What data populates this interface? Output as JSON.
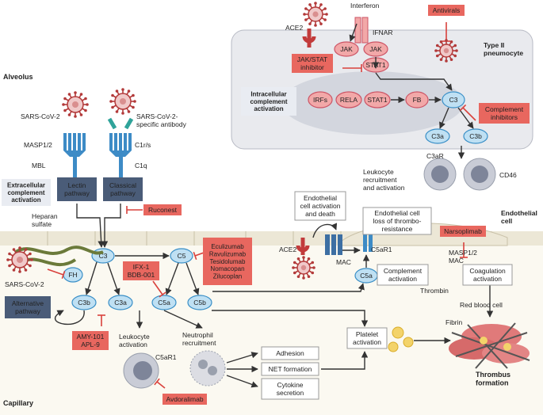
{
  "regions": {
    "alveolus": "Alveolus",
    "capillary": "Capillary",
    "endothelial_cell": "Endothelial\ncell",
    "type2_pneumocyte": "Type II\npneumocyte",
    "extracellular": "Extracellular\ncomplement\nactivation",
    "intracellular": "Intracellular\ncomplement\nactivation"
  },
  "labels": {
    "ace2_top": "ACE2",
    "interferon": "Interferon",
    "ifnar": "IFNAR",
    "jak": "JAK",
    "stat1": "STAT1",
    "irfs": "IRFs",
    "rela": "RELA",
    "fb": "FB",
    "c3": "C3",
    "c3a": "C3a",
    "c3b": "C3b",
    "c3ar": "C3aR",
    "cd46": "CD46",
    "leukocyte_recruitment": "Leukocyte\nrecruitment\nand activation",
    "sars_top": "SARS-CoV-2",
    "sars_antibody": "SARS-CoV-2-\nspecific antibody",
    "masp12": "MASP1/2",
    "c1rs": "C1r/s",
    "mbl": "MBL",
    "c1q": "C1q",
    "lectin_pathway": "Lectin\npathway",
    "classical_pathway": "Classical\npathway",
    "heparan_sulfate": "Heparan\nsulfate",
    "sars_bottom": "SARS-CoV-2",
    "fh": "FH",
    "c5": "C5",
    "c5a": "C5a",
    "c5b": "C5b",
    "alternative_pathway": "Alternative\npathway",
    "leukocyte_activation": "Leukocyte\nactivation",
    "neutrophil_recruitment": "Neutrophil\nrecruitment",
    "c5ar1": "C5aR1",
    "adhesion": "Adhesion",
    "net_formation": "NET formation",
    "cytokine_secretion": "Cytokine\nsecretion",
    "ace2_mid": "ACE2",
    "mac": "MAC",
    "endothelial_activation": "Endothelial\ncell activation\nand death",
    "endothelial_loss": "Endothelial cell\nloss of thrombo-\nresistance",
    "complement_activation": "Complement\nactivation",
    "coagulation_activation": "Coagulation\nactivation",
    "masp_mac": "MASP1/2\nMAC",
    "thrombin": "Thrombin",
    "red_blood_cell": "Red blood cell",
    "fibrin": "Fibrin",
    "platelet_activation": "Platelet\nactivation",
    "thrombus_formation": "Thrombus\nformation"
  },
  "drugs": {
    "antivirals": "Antivirals",
    "jak_stat_inhibitor": "JAK/STAT\ninhibitor",
    "complement_inhibitors": "Complement\ninhibitors",
    "ruconest": "Ruconest",
    "narsoplimab": "Narsoplimab",
    "c5_inhibitors": "Eculizumab\nRavulizumab\nTesidolumab\nNomacopan\nZilucoplan",
    "c5a_inhibitors": "IFX-1\nBDB-001",
    "c3_inhibitors": "AMY-101\nAPL-9",
    "avdoralimab": "Avdoralimab"
  },
  "colors": {
    "drug_fill": "#e8675f",
    "pathway_fill": "#4a5c78",
    "region_label_fill": "#e9ecf2",
    "node_fill": "#bfe0f3",
    "node_stroke": "#3a8fc7",
    "pink_node": "#f2a8a8",
    "cell_bg": "#e9eaee",
    "endothelium": "#ece7d6",
    "capillary_bg": "#fbf9f1",
    "arrow": "#333333",
    "inhibit": "#d9413c"
  }
}
